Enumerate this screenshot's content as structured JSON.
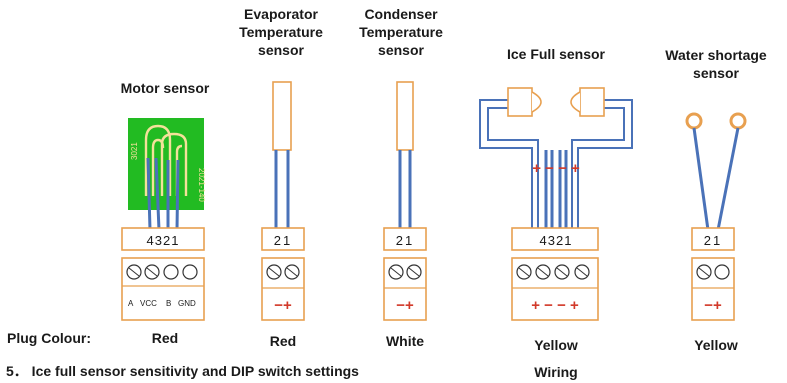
{
  "sensors": [
    {
      "title_lines": [
        "Motor sensor"
      ],
      "pins": "4321",
      "terminal_labels": [
        "A",
        "VCC",
        "B",
        "GND"
      ],
      "colour": "Red",
      "pcb_text": [
        "3021",
        "2021-140"
      ]
    },
    {
      "title_lines": [
        "Evaporator",
        "Temperature",
        "sensor"
      ],
      "pins": "21",
      "polarity": "−+",
      "colour": "Red"
    },
    {
      "title_lines": [
        "Condenser",
        "Temperature",
        "sensor"
      ],
      "pins": "21",
      "polarity": "−+",
      "colour": "White"
    },
    {
      "title_lines": [
        "Ice Full sensor"
      ],
      "pins": "4321",
      "polarity": "+ − − +",
      "wire_signs": "+ − − +",
      "colour": "Yellow"
    },
    {
      "title_lines": [
        "Water shortage",
        "sensor"
      ],
      "pins": "21",
      "polarity": "−+",
      "colour": "Yellow"
    }
  ],
  "plug_colour_label": "Plug Colour:",
  "wiring_label": "Wiring",
  "section_heading": "5． Ice full sensor sensitivity and DIP switch settings",
  "colors": {
    "wire": "#4a72b8",
    "outline": "#e8a050",
    "pcb": "#22bb22",
    "sign": "#d23a2a"
  }
}
